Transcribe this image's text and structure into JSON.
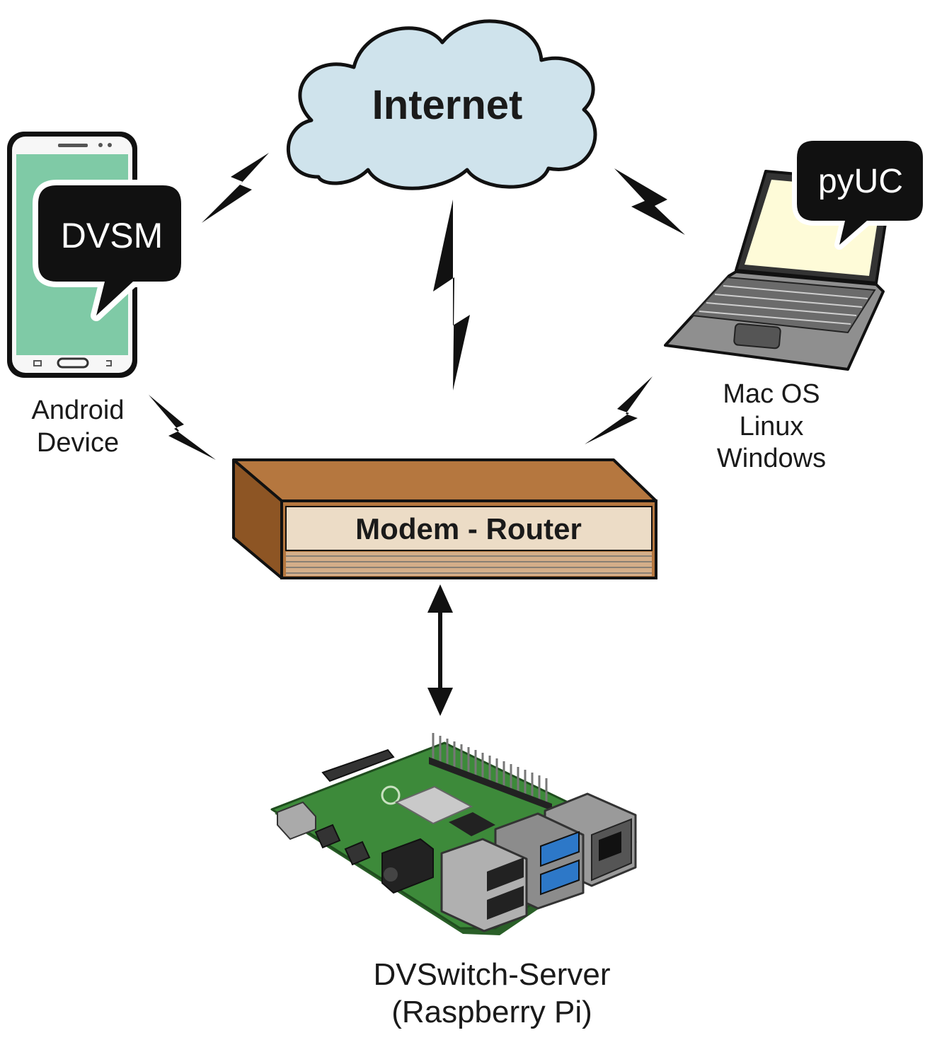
{
  "nodes": {
    "internet": {
      "label": "Internet"
    },
    "router": {
      "label": "Modem - Router"
    },
    "android": {
      "bubble": "DVSM",
      "line1": "Android",
      "line2": "Device"
    },
    "computer": {
      "bubble": "pyUC",
      "line1": "Mac OS",
      "line2": "Linux",
      "line3": "Windows"
    },
    "server": {
      "line1": "DVSwitch-Server",
      "line2": "(Raspberry Pi)"
    }
  },
  "colors": {
    "cloud": "#cfe3ec",
    "phone_screen": "#7fcaa6",
    "laptop_screen": "#fefbd8",
    "router_top": "#b5773f",
    "router_side": "#8d5524",
    "router_front": "#ecdcc6",
    "pcb": "#3d8a3a",
    "outline": "#111111"
  },
  "icons": [
    "cloud-icon",
    "phone-icon",
    "laptop-icon",
    "router-icon",
    "raspberry-pi-icon",
    "lightning-icon",
    "double-arrow-icon"
  ]
}
